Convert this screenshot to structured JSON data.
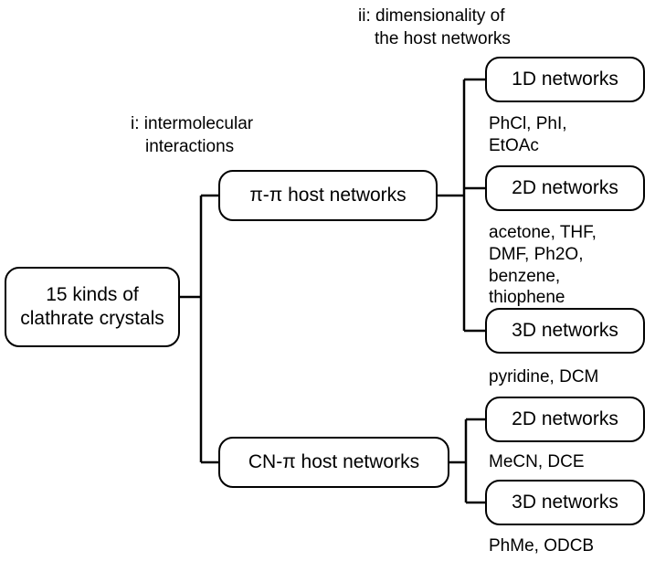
{
  "headings": {
    "level_i": [
      "i: intermolecular",
      "interactions"
    ],
    "level_ii": [
      "ii: dimensionality of",
      "the host networks"
    ]
  },
  "root": {
    "lines": [
      "15 kinds of",
      "clathrate crystals"
    ]
  },
  "interactions": [
    {
      "label": "π-π host networks"
    },
    {
      "label": "CN-π host networks"
    }
  ],
  "networks": [
    {
      "label": "1D networks",
      "guests": [
        "PhCl, PhI,",
        "EtOAc"
      ]
    },
    {
      "label": "2D networks",
      "guests": [
        "acetone, THF,",
        "DMF, Ph2O,",
        "benzene,",
        "thiophene"
      ]
    },
    {
      "label": "3D networks",
      "guests": [
        "pyridine, DCM"
      ]
    },
    {
      "label": "2D networks",
      "guests": [
        "MeCN, DCE"
      ]
    },
    {
      "label": "3D networks",
      "guests": [
        "PhMe, ODCB"
      ]
    }
  ]
}
